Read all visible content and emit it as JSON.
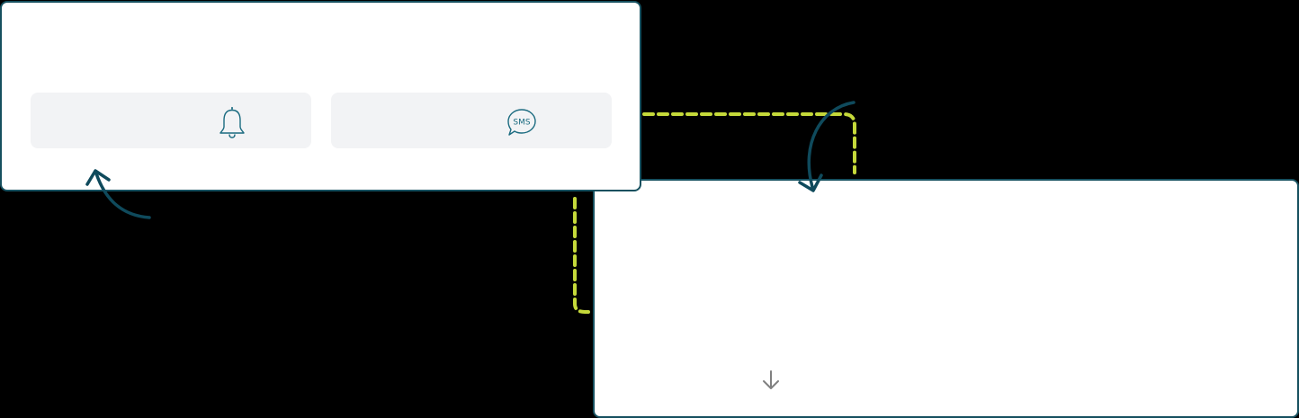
{
  "diagram": {
    "cards": [
      {
        "id": "notifications-card",
        "tiles": [
          {
            "icon": "bell-icon",
            "label": ""
          },
          {
            "icon": "sms-chat-icon",
            "label": ""
          }
        ]
      },
      {
        "id": "detail-card",
        "icon": "arrow-down-icon"
      }
    ],
    "sms_icon_text": "SMS",
    "colors": {
      "background": "#000000",
      "card_fill": "#ffffff",
      "card_border": "#16505f",
      "tile_fill": "#f2f3f5",
      "icon_stroke": "#1b6b80",
      "connector_dashed": "#c5d93a",
      "curved_arrow": "#0f4a5c",
      "download_arrow": "#808080"
    }
  }
}
